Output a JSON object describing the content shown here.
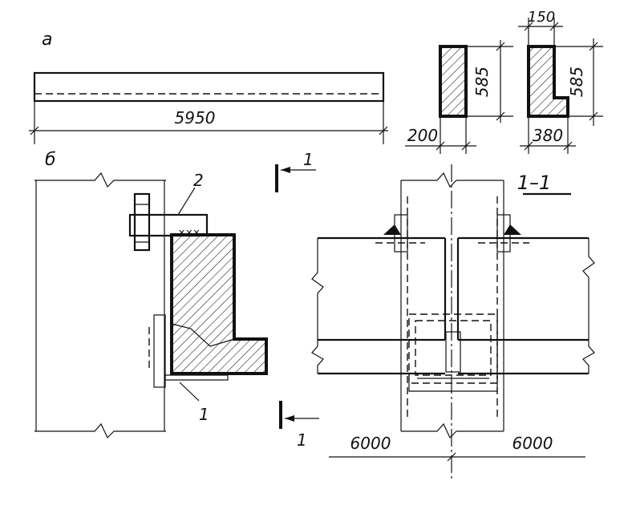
{
  "labels": {
    "view_a": "а",
    "view_b": "б",
    "section": "1–1",
    "cut_mark_top": "1",
    "cut_mark_bottom": "1",
    "callout_bolt": "2",
    "callout_angle": "1"
  },
  "dimensions": {
    "beam_length": "5950",
    "rect_height": "585",
    "rect_width": "200",
    "l_height": "585",
    "l_width": "380",
    "l_top": "150",
    "span_left": "6000",
    "span_right": "6000"
  },
  "colors": {
    "ink": "#111111",
    "paper": "#ffffff"
  }
}
